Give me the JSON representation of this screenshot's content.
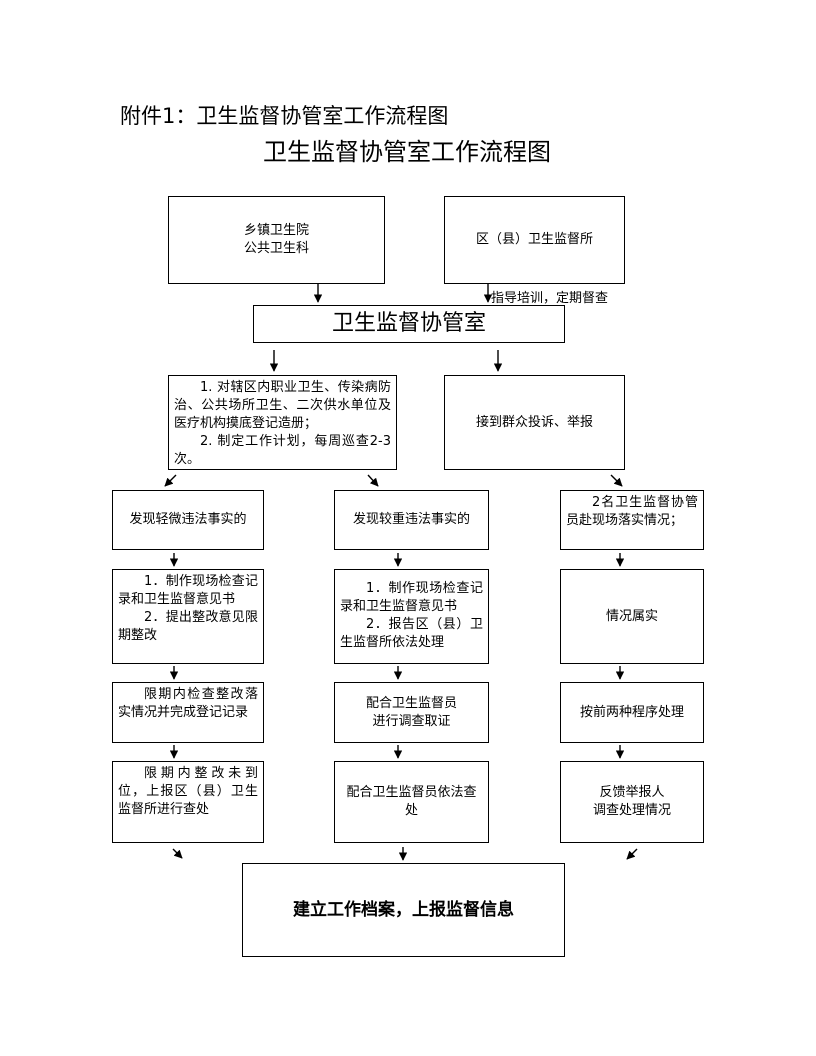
{
  "attachment_title": "附件1：卫生监督协管室工作流程图",
  "main_title": "卫生监督协管室工作流程图",
  "sources": {
    "township_line1": "乡镇卫生院",
    "township_line2": "公共卫生科",
    "district_office": "区（县）卫生监督所"
  },
  "guidance_note": "指导培训，定期督查",
  "hub": "卫生监督协管室",
  "duties": {
    "item1": "1. 对辖区内职业卫生、传染病防治、公共场所卫生、二次供水单位及医疗机构摸底登记造册；",
    "item2": "2. 制定工作计划，每周巡查2-3次。"
  },
  "complaints": "接到群众投诉、举报",
  "col_left": {
    "step1": "发现轻微违法事实的",
    "step2_a": "1．制作现场检查记录和卫生监督意见书",
    "step2_b": "2．提出整改意见限期整改",
    "step3": "限期内检查整改落实情况并完成登记记录",
    "step4": "限期内整改未到位，上报区（县）卫生监督所进行查处"
  },
  "col_middle": {
    "step1": "发现较重违法事实的",
    "step2_a": "1．制作现场检查记录和卫生监督意见书",
    "step2_b": "2．报告区（县）卫生监督所依法处理",
    "step3_line1": "配合卫生监督员",
    "step3_line2": "进行调查取证",
    "step4": "配合卫生监督员依法查处"
  },
  "col_right": {
    "step1": "2名卫生监督协管员赴现场落实情况；",
    "step2": "情况属实",
    "step3": "按前两种程序处理",
    "step4_line1": "反馈举报人",
    "step4_line2": "调查处理情况"
  },
  "final": "建立工作档案，上报监督信息"
}
